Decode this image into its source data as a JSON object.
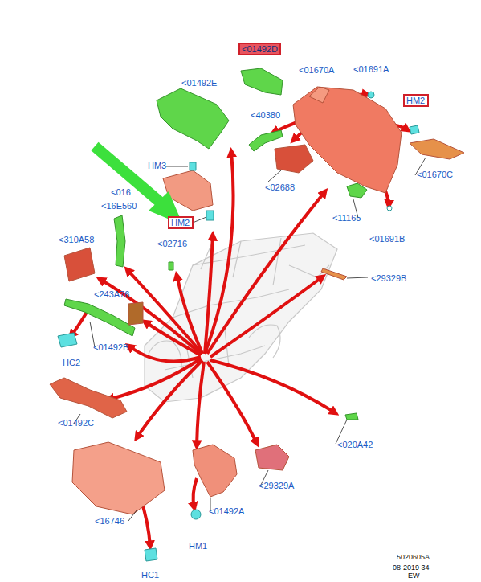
{
  "diagram": {
    "nodes": [
      {
        "text": [
          "<01492D"
        ]
      },
      {
        "text": [
          "HM2"
        ]
      },
      {
        "text": [
          "HM2"
        ]
      }
    ],
    "labels": [
      "<01492E",
      "<01670A",
      "<01691A",
      "<40380",
      "<02688",
      "<01670C",
      "<11165",
      "<01691B",
      "HM3",
      "<016",
      "<16E560",
      "<02716",
      "<310A58",
      "<243A76",
      "<01492B",
      "HC2",
      "<29329B",
      "<01492C",
      "<020A42",
      "<16746",
      "<01492A",
      "HM1",
      "<29329A",
      "HC1",
      "5020605A",
      "08-2019 34",
      "EW"
    ]
  }
}
